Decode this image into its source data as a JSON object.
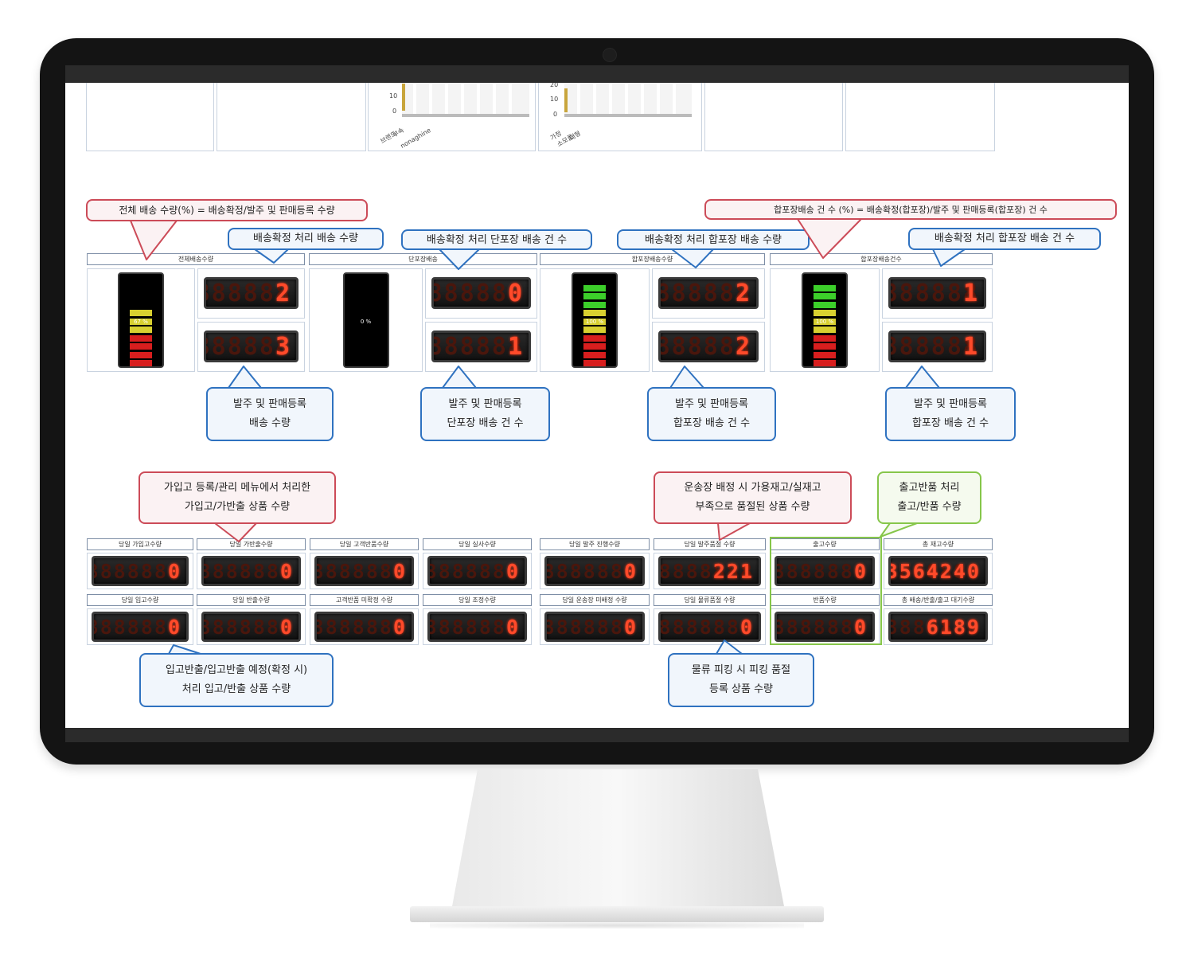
{
  "top_charts": {
    "left": {
      "ticks": [
        "10",
        "0"
      ],
      "xlabels": [
        "브랜드",
        "부속",
        "nonaghine"
      ]
    },
    "right": {
      "ticks": [
        "20",
        "10",
        "0"
      ],
      "xlabels": [
        "가정",
        "소모품",
        "대형"
      ]
    }
  },
  "delivery_sections": [
    {
      "header": "전체배송수량",
      "gauge_percent": 67,
      "gauge_label": "67 %",
      "top_value": "2",
      "bottom_value": "3"
    },
    {
      "header": "단포장배송",
      "gauge_percent": 0,
      "gauge_label": "0 %",
      "top_value": "0",
      "bottom_value": "1"
    },
    {
      "header": "합포장배송수량",
      "gauge_percent": 100,
      "gauge_label": "100 %",
      "top_value": "2",
      "bottom_value": "2"
    },
    {
      "header": "합포장배송건수",
      "gauge_percent": 100,
      "gauge_label": "100 %",
      "top_value": "1",
      "bottom_value": "1"
    }
  ],
  "counters": {
    "row1": [
      {
        "label": "당일 가입고수량",
        "value": "0"
      },
      {
        "label": "당일 가반출수량",
        "value": "0"
      },
      {
        "label": "당일 고객반품수량",
        "value": "0"
      },
      {
        "label": "당일 실사수량",
        "value": "0"
      },
      {
        "label": "당일 발주 진행수량",
        "value": "0"
      },
      {
        "label": "당일 발주품절 수량",
        "value": "221"
      },
      {
        "label": "출고수량",
        "value": "0"
      },
      {
        "label": "총 재고수량",
        "value": "3564240"
      }
    ],
    "row2": [
      {
        "label": "당일 입고수량",
        "value": "0"
      },
      {
        "label": "당일 반출수량",
        "value": "0"
      },
      {
        "label": "고객반품 미확정 수량",
        "value": "0"
      },
      {
        "label": "당일 조정수량",
        "value": "0"
      },
      {
        "label": "당일 운송장 미배정 수량",
        "value": "0"
      },
      {
        "label": "당일 물류품절 수량",
        "value": "0"
      },
      {
        "label": "반품수량",
        "value": "0"
      },
      {
        "label": "총 배송/반출/출고 대기수량",
        "value": "6189"
      }
    ]
  },
  "callouts": {
    "total_delivery_formula": "전체 배송 수량(%) = 배송확정/발주 및 판매등록 수량",
    "combined_package_formula": "합포장배송 건 수 (%) = 배송확정(합포장)/발주 및 판매등록(합포장) 건 수",
    "confirmed_delivery_qty": "배송확정 처리 배송 수량",
    "confirmed_single_count": "배송확정 처리 단포장 배송 건 수",
    "confirmed_combined_qty": "배송확정 처리 합포장 배송 수량",
    "confirmed_combined_count": "배송확정 처리 합포장 배송 건 수",
    "order_delivery_qty": [
      "발주 및 판매등록",
      "배송 수량"
    ],
    "order_single_count": [
      "발주 및 판매등록",
      "단포장 배송  건 수"
    ],
    "order_combined_count_a": [
      "발주 및 판매등록",
      "합포장 배송  건 수"
    ],
    "order_combined_count_b": [
      "발주 및 판매등록",
      "합포장 배송  건 수"
    ],
    "temp_in_out": [
      "가입고 등록/관리 메뉴에서 처리한",
      "가입고/가반출 상품 수량"
    ],
    "waybill_soldout": [
      "운송장 배정 시 가용재고/실재고",
      "부족으로 품절된 상품 수량"
    ],
    "outbound_return": [
      "출고반품 처리",
      "출고/반품 수량"
    ],
    "in_out_return": [
      "입고반출/입고반출 예정(확정 시)",
      "처리 입고/반출 상품 수량"
    ],
    "picking_soldout": [
      "물류 피킹 시 피킹 품절",
      "등록 상품 수량"
    ]
  },
  "colors": {
    "led_on": "#ff4a2a",
    "led_off": "#4a160c",
    "red_callout": "#cc4b58",
    "blue_callout": "#2f72c0",
    "green_callout": "#86c64a",
    "gauge_green": "#3ccf2a",
    "gauge_yellow": "#d8d030",
    "gauge_red": "#d81e1e"
  }
}
